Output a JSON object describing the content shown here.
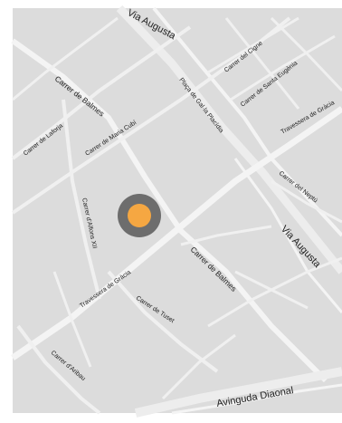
{
  "map": {
    "background": "#dcdcdc",
    "road_color": "#f4f4f4",
    "marker": {
      "outer_color": "#6d6d6d",
      "inner_color": "#f5a742"
    },
    "labels": {
      "via_augusta_top": "Via Augusta",
      "via_augusta_right": "Via Augusta",
      "placa_gal_la_placidia": "Plaça de Gal·la Placídia",
      "carrer_del_cigne": "Carrer del Cigne",
      "carrer_santa_eugenia": "Carrer de Santa Eugènia",
      "travessera_gracia_top": "Travessera de Gràcia",
      "carrer_del_neptu": "Carrer del Neptú",
      "carrer_de_balmes_top": "Carrer de Balmes",
      "carrer_de_balmes_bottom": "Carrer de Balmes",
      "carrer_de_laforja": "Carrer de Laforja",
      "carrer_maria_cubi": "Carrer de Maria Cubí",
      "carrer_alfons_xii": "Carrer d'Alfons XII",
      "travessera_gracia_bottom": "Travessera de Gràcia",
      "carrer_de_tuset": "Carrer de Tuset",
      "carrer_aribau": "Carrer d'Aribau",
      "avinguda_diagonal": "Avinguda Diaonal"
    }
  }
}
